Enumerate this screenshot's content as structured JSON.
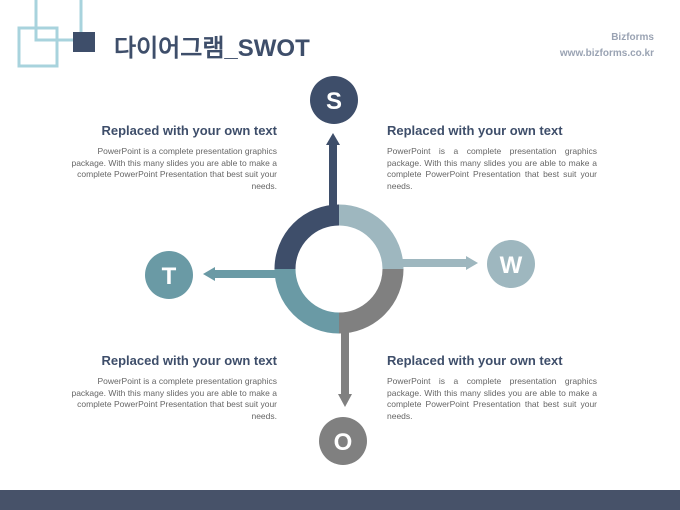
{
  "header": {
    "title": "다이어그램_SWOT",
    "brand": "Bizforms",
    "url": "www.bizforms.co.kr"
  },
  "quadrants": [
    {
      "letter": "S",
      "heading": "Replaced with your own text",
      "body": "PowerPoint is a complete presentation graphics package. With this many slides you are able to make a complete PowerPoint Presentation that best suit your needs.",
      "color": "#3e4e6a"
    },
    {
      "letter": "W",
      "heading": "Replaced with your own text",
      "body": "PowerPoint is a complete presentation graphics package. With this many slides you are able to make a complete PowerPoint Presentation that best suit your needs.",
      "color": "#9eb7bf"
    },
    {
      "letter": "O",
      "heading": "Replaced with your own text",
      "body": "PowerPoint is a complete presentation graphics package. With this many slides you are able to make a complete PowerPoint Presentation that best suit your needs.",
      "color": "#808080"
    },
    {
      "letter": "T",
      "heading": "Replaced with your own text",
      "body": "PowerPoint is a complete presentation graphics package. With this many slides you are able to make a complete PowerPoint Presentation that best suit your needs.",
      "color": "#6a9aa5"
    }
  ]
}
